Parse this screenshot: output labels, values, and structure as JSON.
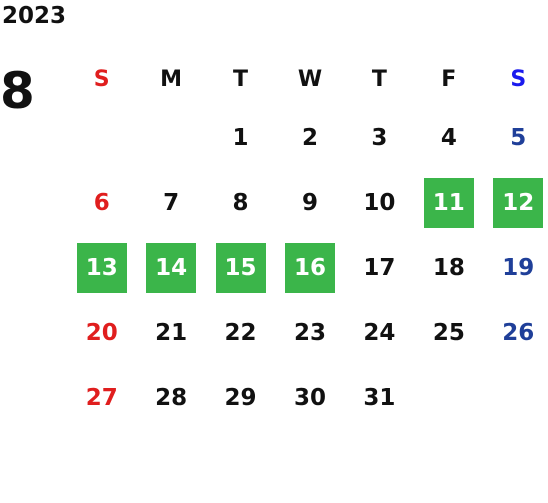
{
  "calendar": {
    "year": "2023",
    "month": "8",
    "colors": {
      "sunday": "#e01e1e",
      "saturday": "#1f3f99",
      "saturday_header": "#1a1aee",
      "weekday": "#111111",
      "holiday_bg": "#3bb54a",
      "holiday_text": "#ffffff"
    },
    "weekdays": [
      "S",
      "M",
      "T",
      "W",
      "T",
      "F",
      "S"
    ],
    "weeks": [
      [
        "",
        "",
        "1",
        "2",
        "3",
        "4",
        "5"
      ],
      [
        "6",
        "7",
        "8",
        "9",
        "10",
        "11",
        "12"
      ],
      [
        "13",
        "14",
        "15",
        "16",
        "17",
        "18",
        "19"
      ],
      [
        "20",
        "21",
        "22",
        "23",
        "24",
        "25",
        "26"
      ],
      [
        "27",
        "28",
        "29",
        "30",
        "31",
        "",
        ""
      ]
    ],
    "highlighted_days": [
      "11",
      "12",
      "13",
      "14",
      "15",
      "16"
    ]
  }
}
